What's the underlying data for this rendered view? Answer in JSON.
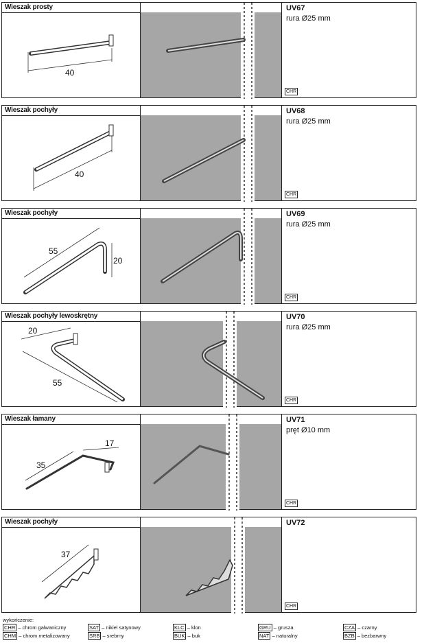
{
  "products": [
    {
      "title": "Wieszak prosty",
      "code": "UV67",
      "desc": "rura Ø25 mm",
      "finish": "CHR",
      "dims": [
        "40"
      ]
    },
    {
      "title": "Wieszak pochyły",
      "code": "UV68",
      "desc": "rura Ø25 mm",
      "finish": "CHR",
      "dims": [
        "40"
      ]
    },
    {
      "title": "Wieszak pochyły",
      "code": "UV69",
      "desc": "rura Ø25 mm",
      "finish": "CHR",
      "dims": [
        "55",
        "20"
      ]
    },
    {
      "title": "Wieszak pochyły lewoskrętny",
      "code": "UV70",
      "desc": "rura Ø25 mm",
      "finish": "CHR",
      "dims": [
        "20",
        "55"
      ]
    },
    {
      "title": "Wieszak łamany",
      "code": "UV71",
      "desc": "pręt Ø10 mm",
      "finish": "CHR",
      "dims": [
        "35",
        "17"
      ]
    },
    {
      "title": "Wieszak pochyły",
      "code": "UV72",
      "desc": "",
      "finish": "CHR",
      "dims": [
        "37"
      ]
    }
  ],
  "legend": {
    "heading": "wykończenie:",
    "items": [
      {
        "code": "CHR",
        "text": "– chrom galwaniczny"
      },
      {
        "code": "CHM",
        "text": "– chrom metalizowany"
      },
      {
        "code": "SAT",
        "text": "– nikiel satynowy"
      },
      {
        "code": "SRB",
        "text": "– srebrny"
      },
      {
        "code": "KLC",
        "text": "– klon"
      },
      {
        "code": "BUK",
        "text": "– buk"
      },
      {
        "code": "GRU",
        "text": "– grusza"
      },
      {
        "code": "NAT",
        "text": "– naturalny"
      },
      {
        "code": "CZA",
        "text": "– czarny"
      },
      {
        "code": "BZB",
        "text": "– bezbarwny"
      }
    ]
  }
}
